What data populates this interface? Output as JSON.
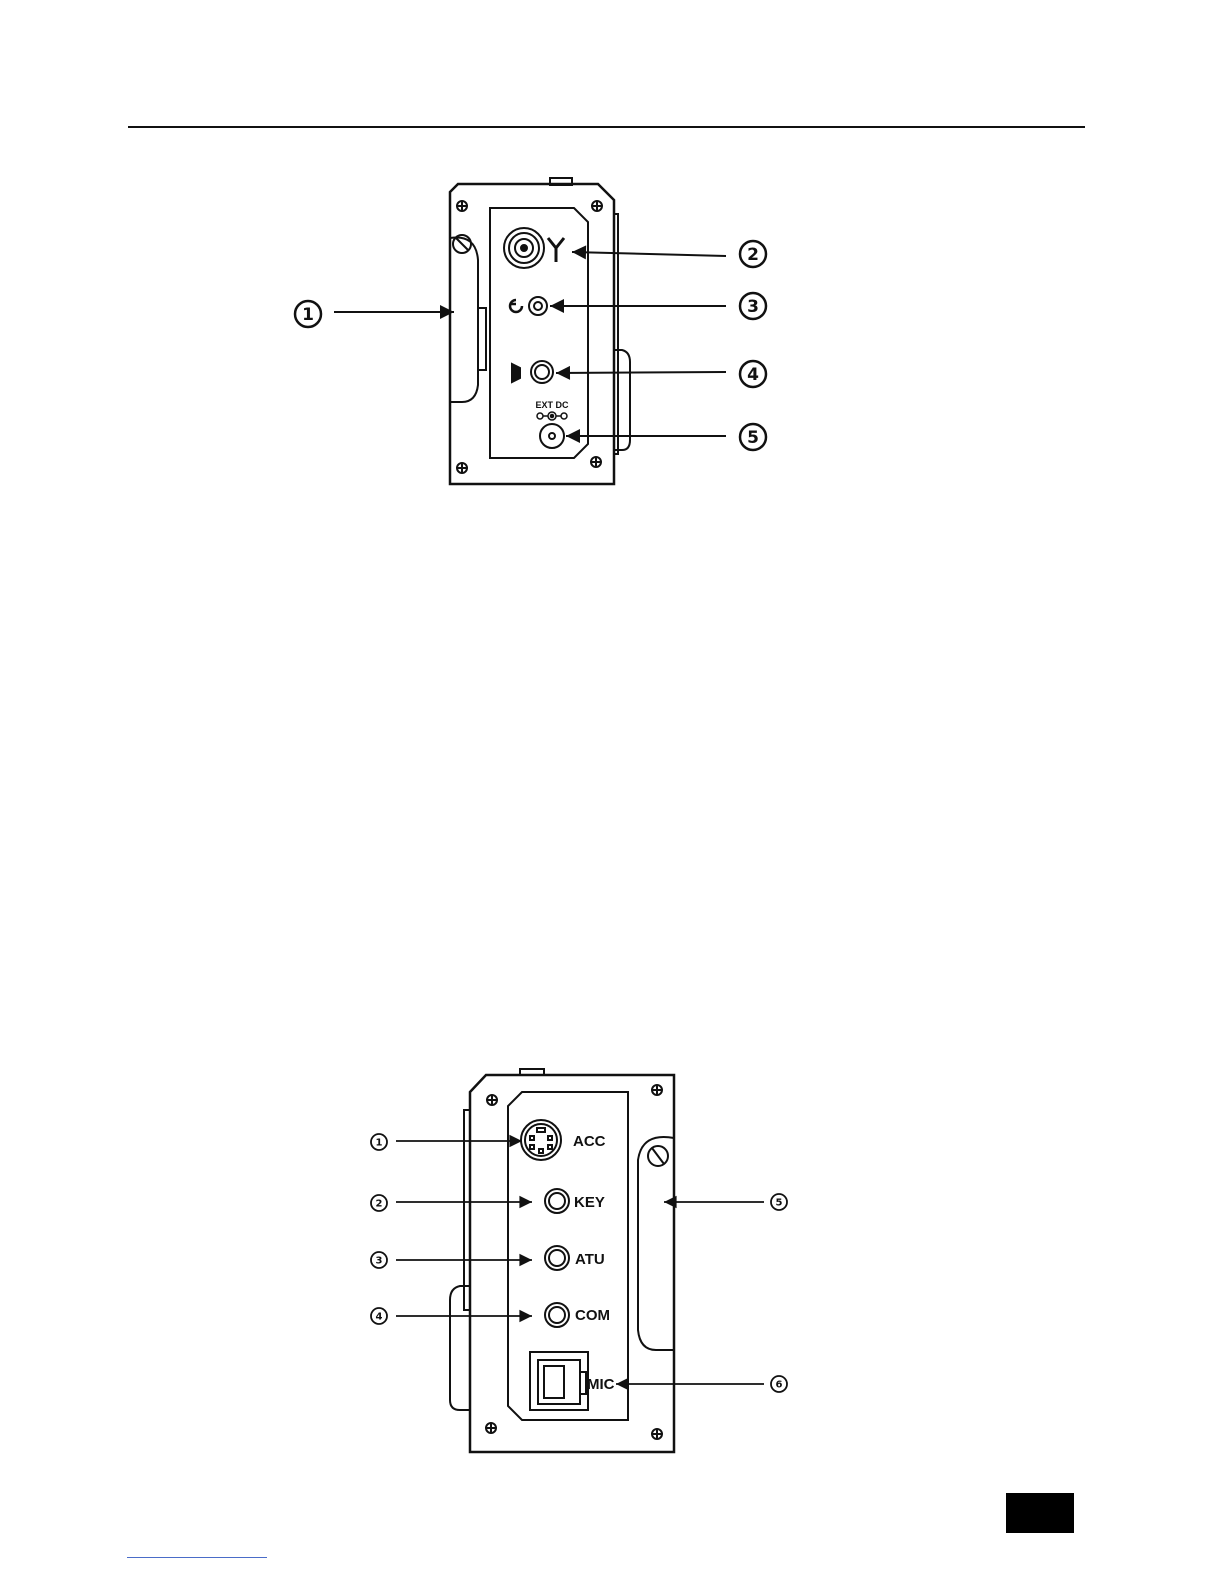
{
  "top_panel": {
    "ext_dc_label": "EXT DC",
    "callouts": [
      {
        "number": "1"
      },
      {
        "number": "2"
      },
      {
        "number": "3"
      },
      {
        "number": "4"
      },
      {
        "number": "5"
      }
    ]
  },
  "bottom_panel": {
    "connectors": [
      {
        "label": "ACC"
      },
      {
        "label": "KEY"
      },
      {
        "label": "ATU"
      },
      {
        "label": "COM"
      },
      {
        "label": "MIC"
      }
    ],
    "callouts": [
      {
        "number": "1"
      },
      {
        "number": "2"
      },
      {
        "number": "3"
      },
      {
        "number": "4"
      },
      {
        "number": "5"
      },
      {
        "number": "6"
      }
    ]
  },
  "colors": {
    "line": "#111111",
    "page_block": "#000000",
    "link_rule": "#4a6cc8"
  }
}
